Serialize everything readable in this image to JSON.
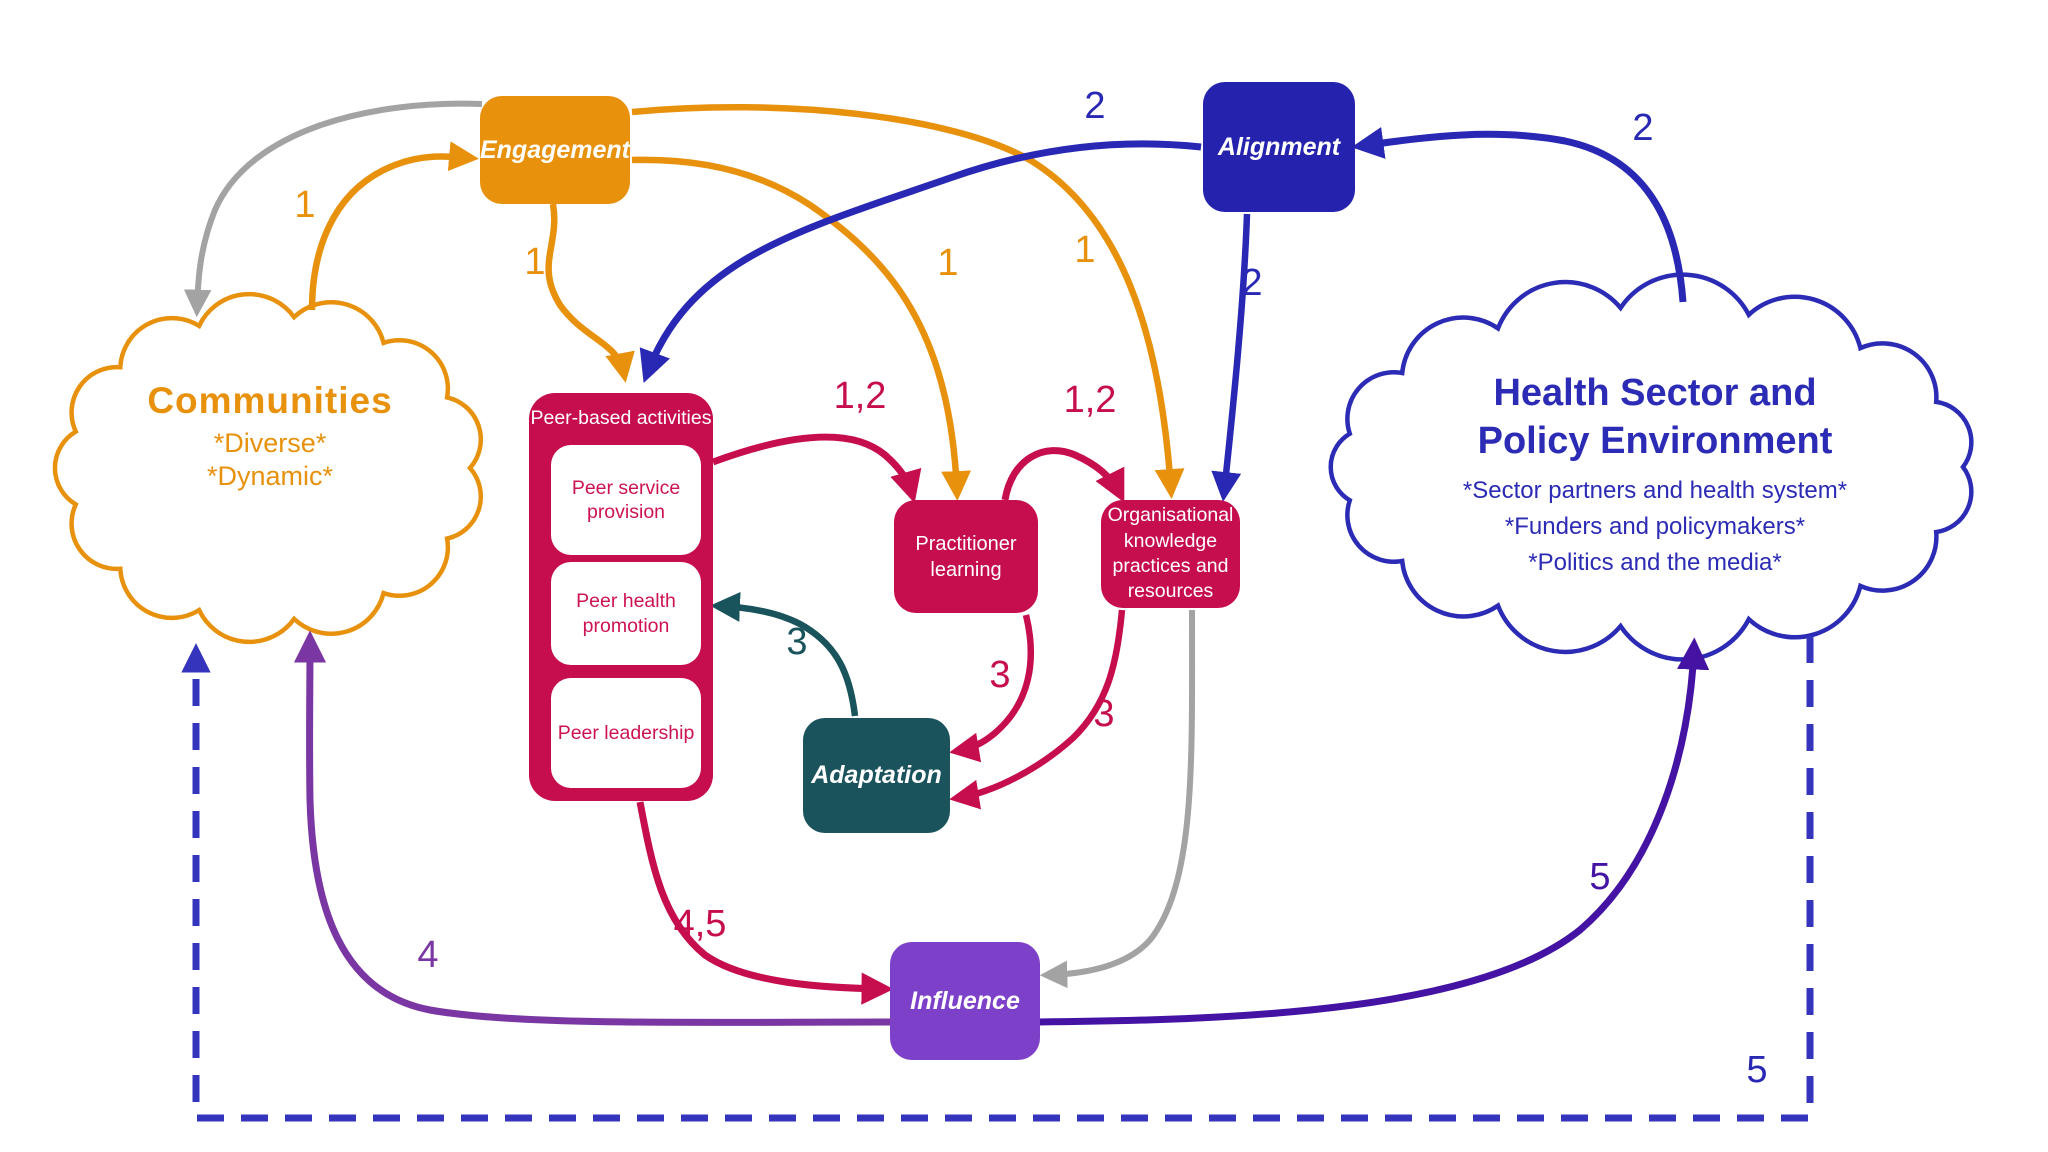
{
  "diagram": {
    "clouds": {
      "communities": {
        "title": "Communities",
        "sub_lines": [
          "*Diverse*",
          "*Dynamic*"
        ],
        "color": "#E8910D"
      },
      "health_sector": {
        "title_line1": "Health Sector and",
        "title_line2": "Policy Environment",
        "sub_lines": [
          "*Sector partners and health system*",
          "*Funders and policymakers*",
          "*Politics and the media*"
        ],
        "color": "#2B2BB5"
      }
    },
    "boxes": {
      "engagement": {
        "label": "Engagement",
        "color": "#E8910D"
      },
      "alignment": {
        "label": "Alignment",
        "color": "#2522AE"
      },
      "peer_based": {
        "header": "Peer-based activities",
        "items": [
          "Peer service provision",
          "Peer health promotion",
          "Peer leadership"
        ],
        "color": "#C60D4E"
      },
      "practitioner": {
        "label": "Practitioner learning",
        "color": "#C60D4E"
      },
      "organisational": {
        "label": "Organisational knowledge practices and resources",
        "color": "#C60D4E"
      },
      "adaptation": {
        "label": "Adaptation",
        "color": "#1A535B"
      },
      "influence": {
        "label": "Influence",
        "color": "#7C40C9"
      }
    },
    "arrow_labels": [
      {
        "text": "1"
      },
      {
        "text": "1"
      },
      {
        "text": "1"
      },
      {
        "text": "1"
      },
      {
        "text": "2"
      },
      {
        "text": "2"
      },
      {
        "text": "2"
      },
      {
        "text": "1,2"
      },
      {
        "text": "1,2"
      },
      {
        "text": "3"
      },
      {
        "text": "3"
      },
      {
        "text": "3"
      },
      {
        "text": "4,5"
      },
      {
        "text": "4"
      },
      {
        "text": "5"
      },
      {
        "text": "5"
      }
    ],
    "palette": {
      "orange": "#E8910D",
      "blue": "#2828B4",
      "crimson": "#C60D4E",
      "teal": "#19535C",
      "gray": "#A3A3A3",
      "purple": "#7A36A2",
      "dark_purple": "#4413A4",
      "dashed_blue": "#3434BC"
    }
  }
}
